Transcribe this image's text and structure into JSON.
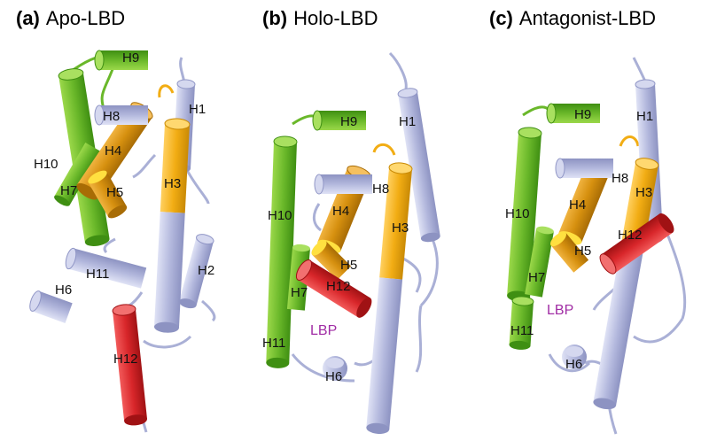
{
  "colors": {
    "green": "#6ab82a",
    "orange": "#d6900f",
    "yellow": "#f2ad14",
    "lavender": "#b3b8dd",
    "red": "#d8262a",
    "purple": "#a02ca4",
    "loop": "#aab0d6"
  },
  "panels": [
    {
      "letter": "(a)",
      "name": "Apo-LBD",
      "labels": {
        "H1": "H1",
        "H2": "H2",
        "H3": "H3",
        "H4": "H4",
        "H5": "H5",
        "H6": "H6",
        "H7": "H7",
        "H8": "H8",
        "H9": "H9",
        "H10": "H10",
        "H11": "H11",
        "H12": "H12"
      }
    },
    {
      "letter": "(b)",
      "name": "Holo-LBD",
      "labels": {
        "H1": "H1",
        "H3": "H3",
        "H4": "H4",
        "H5": "H5",
        "H6": "H6",
        "H7": "H7",
        "H8": "H8",
        "H9": "H9",
        "H10": "H10",
        "H11": "H11",
        "H12": "H12",
        "LBP": "LBP"
      }
    },
    {
      "letter": "(c)",
      "name": "Antagonist-LBD",
      "labels": {
        "H1": "H1",
        "H3": "H3",
        "H4": "H4",
        "H5": "H5",
        "H6": "H6",
        "H7": "H7",
        "H8": "H8",
        "H9": "H9",
        "H10": "H10",
        "H11": "H11",
        "H12": "H12",
        "LBP": "LBP"
      }
    }
  ]
}
